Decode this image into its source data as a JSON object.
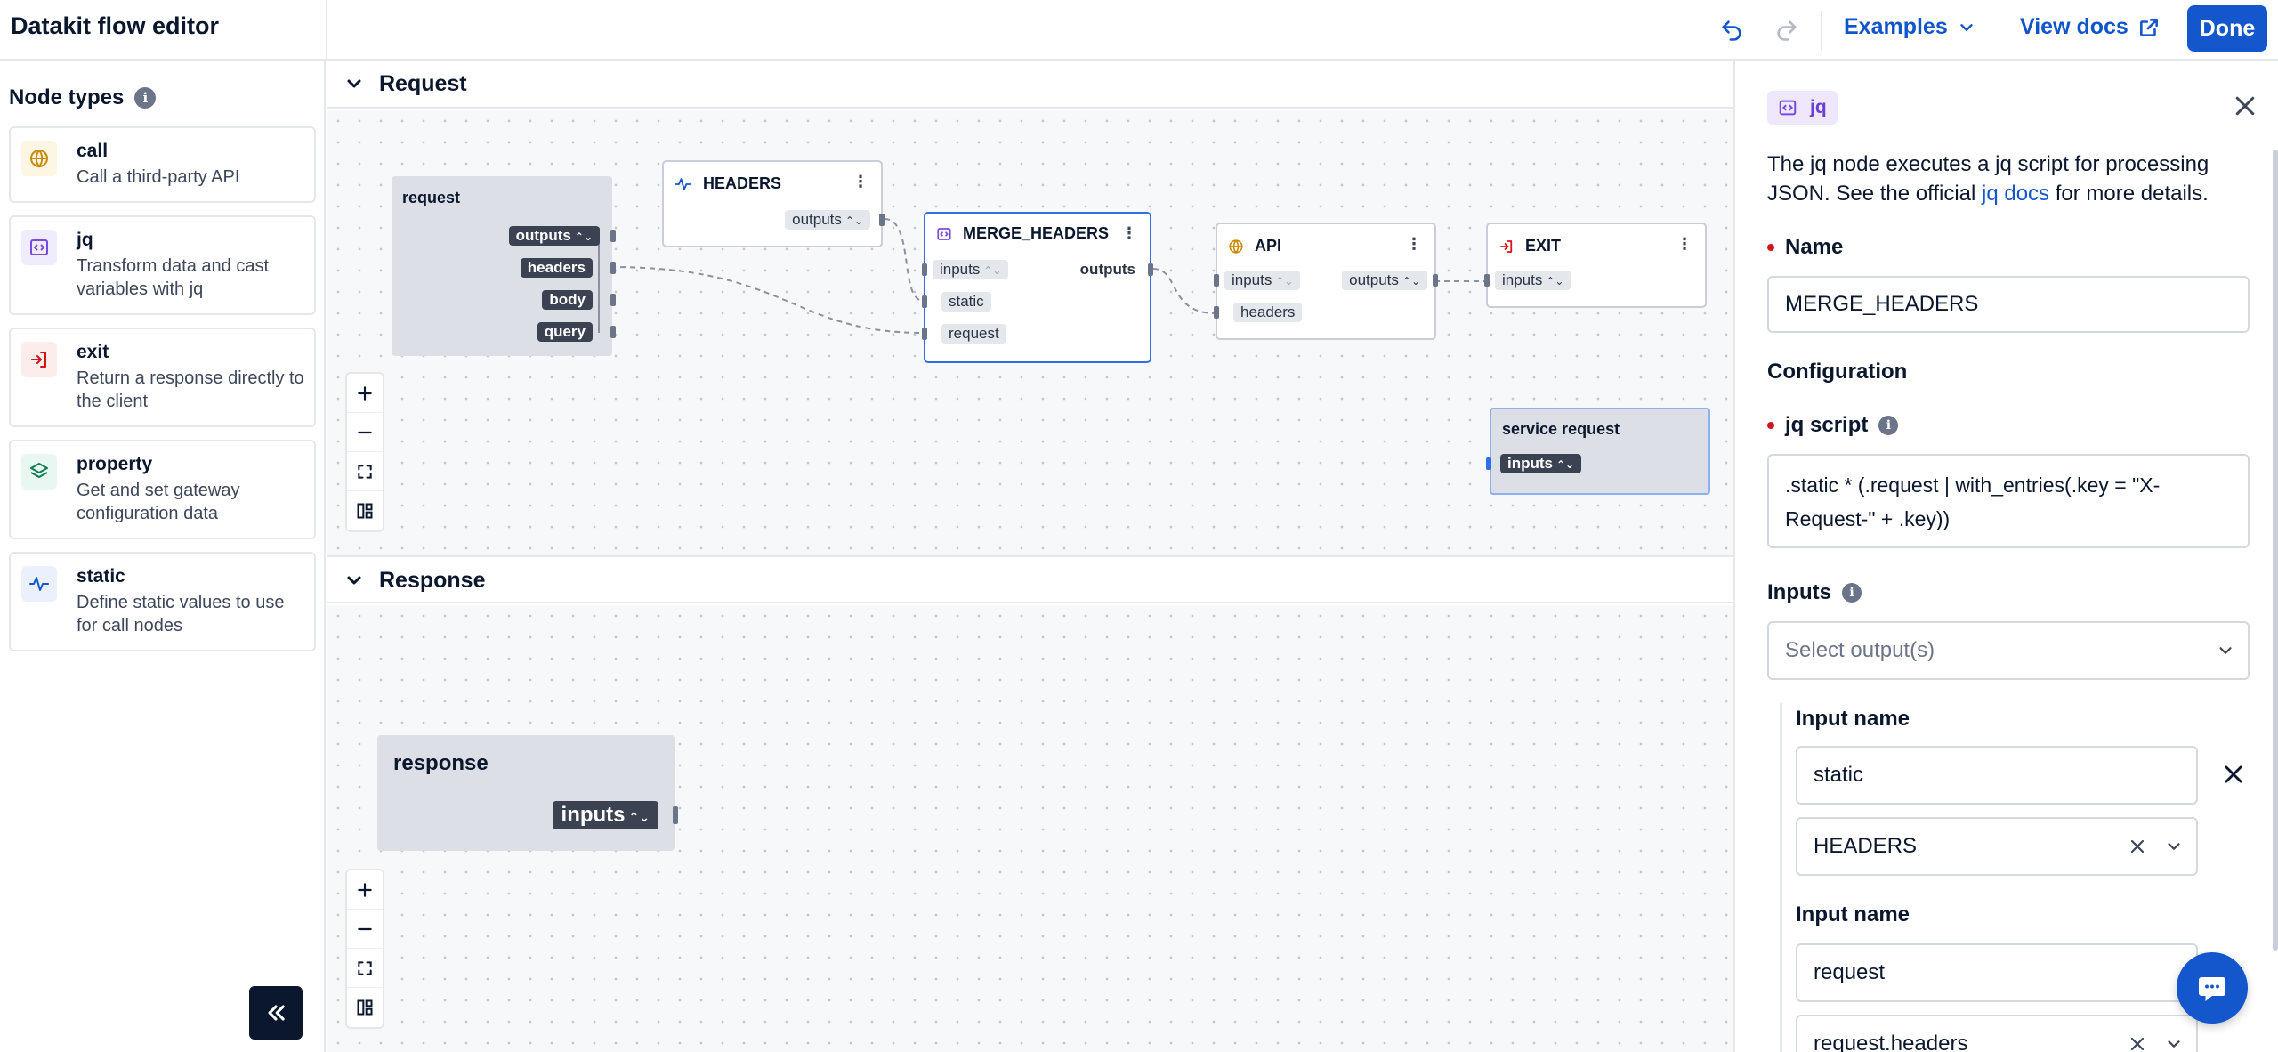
{
  "app": {
    "title": "Datakit flow editor"
  },
  "topbar": {
    "examples_label": "Examples",
    "view_docs_label": "View docs",
    "done_label": "Done"
  },
  "sidebar": {
    "title": "Node types",
    "info": "i",
    "items": [
      {
        "name": "call",
        "desc": "Call a third-party API",
        "icon": "globe-icon",
        "color": "#c98b00",
        "bg": "#fdf6e3"
      },
      {
        "name": "jq",
        "desc": "Transform data and cast variables with jq",
        "icon": "code-brackets-icon",
        "color": "#7a4be0",
        "bg": "#f1ecfd"
      },
      {
        "name": "exit",
        "desc": "Return a response directly to the client",
        "icon": "exit-arrow-icon",
        "color": "#d0161b",
        "bg": "#fdecec"
      },
      {
        "name": "property",
        "desc": "Get and set gateway configuration data",
        "icon": "layers-icon",
        "color": "#0f7a53",
        "bg": "#e8f7f0"
      },
      {
        "name": "static",
        "desc": "Define static values to use for call nodes",
        "icon": "pulse-icon",
        "color": "#1456cb",
        "bg": "#eaf1fd"
      }
    ]
  },
  "canvas": {
    "request_section": "Request",
    "response_section": "Response",
    "nodes": {
      "request": {
        "title": "request",
        "ports": [
          "outputs",
          "headers",
          "body",
          "query"
        ]
      },
      "headers": {
        "title": "HEADERS",
        "menu": "⋮",
        "output": "outputs"
      },
      "merge_headers": {
        "title": "MERGE_HEADERS",
        "menu": "⋮",
        "inputs": "inputs",
        "outputs": "outputs",
        "fields": [
          "static",
          "request"
        ]
      },
      "api": {
        "title": "API",
        "menu": "⋮",
        "inputs": "inputs",
        "outputs": "outputs",
        "fields": [
          "headers"
        ]
      },
      "exit": {
        "title": "EXIT",
        "menu": "⋮",
        "inputs": "inputs"
      },
      "service_request": {
        "title": "service request",
        "inputs": "inputs"
      },
      "response": {
        "title": "response",
        "inputs": "inputs"
      }
    }
  },
  "panel": {
    "badge": "jq",
    "description_pre": "The jq node executes a jq script for processing JSON. See the official ",
    "description_link": "jq docs",
    "description_post": " for more details.",
    "name_label": "Name",
    "name_value": "MERGE_HEADERS",
    "configuration_label": "Configuration",
    "jq_script_label": "jq script",
    "jq_script_line1": ".static * (.request | with_entries(.key = \"X-",
    "jq_script_line2": "Request-\" + .key))",
    "inputs_label": "Inputs",
    "inputs_placeholder": "Select output(s)",
    "input_entries": [
      {
        "label": "Input name",
        "name": "static",
        "source": "HEADERS"
      },
      {
        "label": "Input name",
        "name": "request",
        "source": "request.headers"
      }
    ]
  }
}
